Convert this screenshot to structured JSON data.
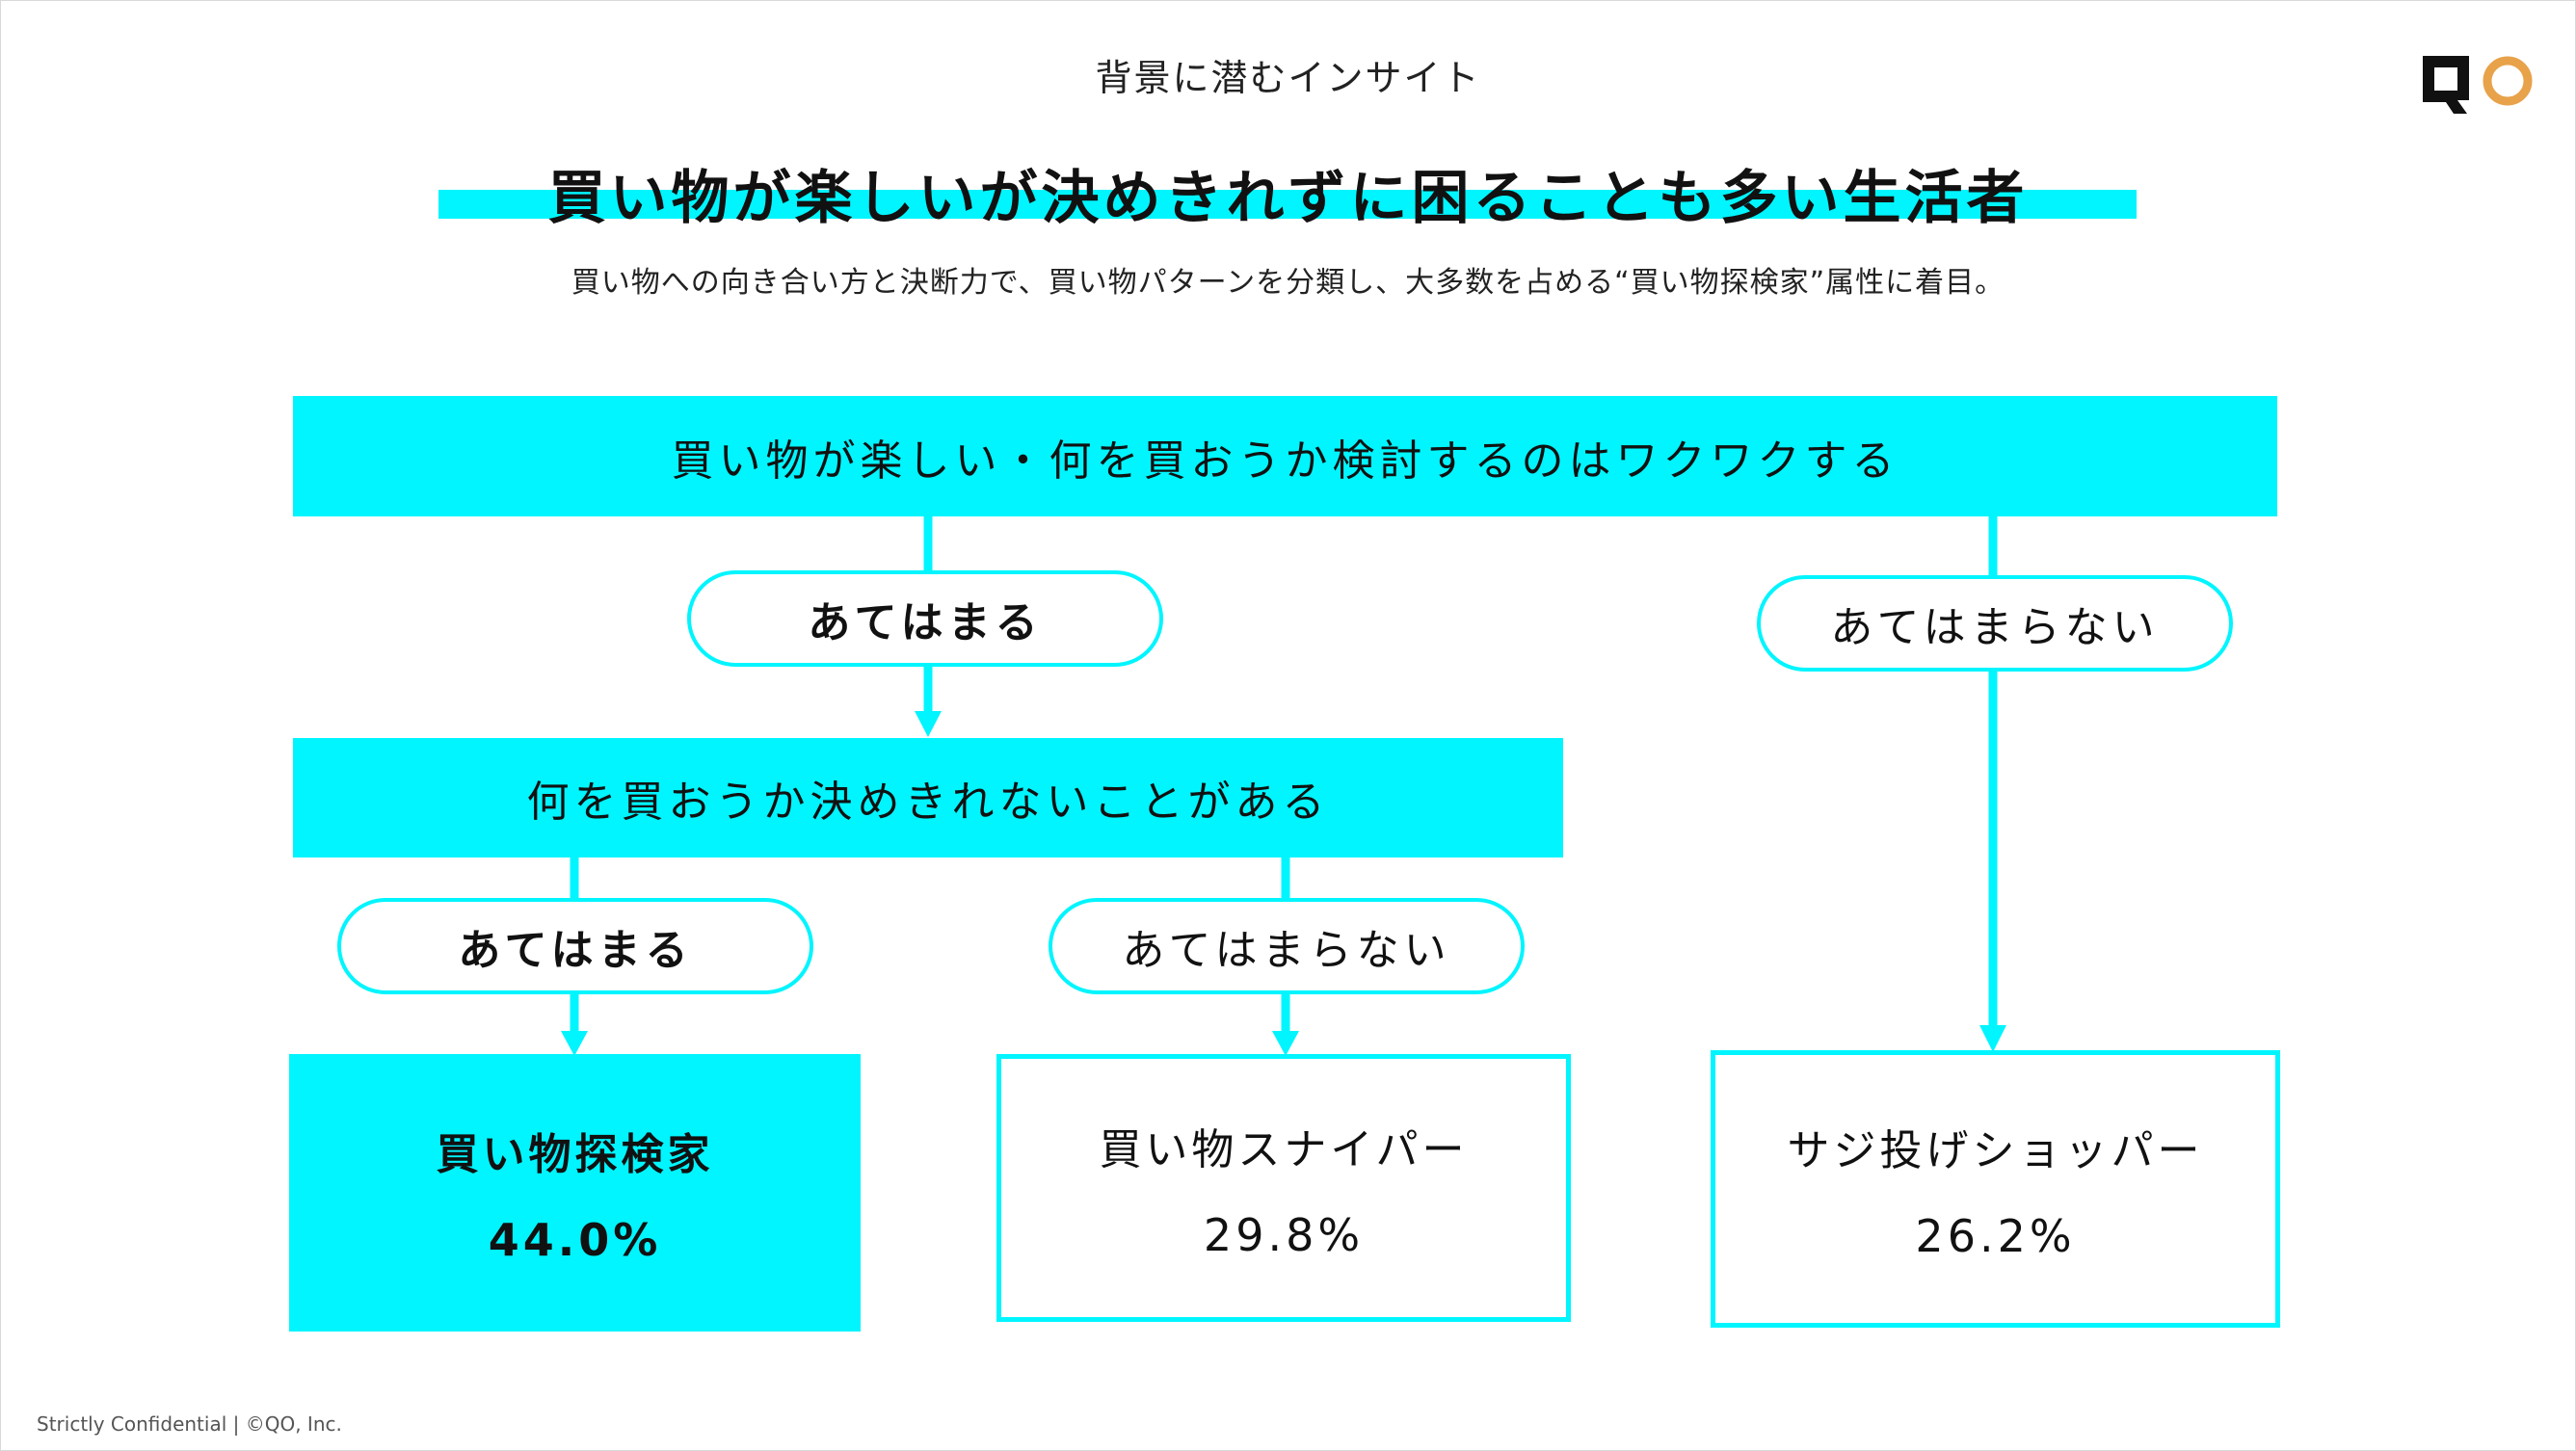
{
  "header": {
    "section_label": "背景に潜むインサイト",
    "title": "買い物が楽しいが決めきれずに困ることも多い生活者",
    "subtitle": "買い物への向き合い方と決断力で、買い物パターンを分類し、大多数を占める“買い物探検家”属性に着目。"
  },
  "diagram": {
    "question_1": "買い物が楽しい・何を買おうか検討するのはワクワクする",
    "question_1_yes": "あてはまる",
    "question_1_no": "あてはまらない",
    "question_2": "何を買おうか決めきれないことがある",
    "question_2_yes": "あてはまる",
    "question_2_no": "あてはまらない",
    "results": [
      {
        "name": "買い物探検家",
        "percent": "44.0%"
      },
      {
        "name": "買い物スナイパー",
        "percent": "29.8%"
      },
      {
        "name": "サジ投げショッパー",
        "percent": "26.2%"
      }
    ]
  },
  "footer": {
    "text": "Strictly Confidential | ©QO, Inc."
  },
  "logo": {
    "icon": "qo-logo-icon",
    "colors": {
      "q": "#111111",
      "o": "#E8A24A"
    }
  },
  "colors": {
    "accent": "#00F5FF"
  }
}
